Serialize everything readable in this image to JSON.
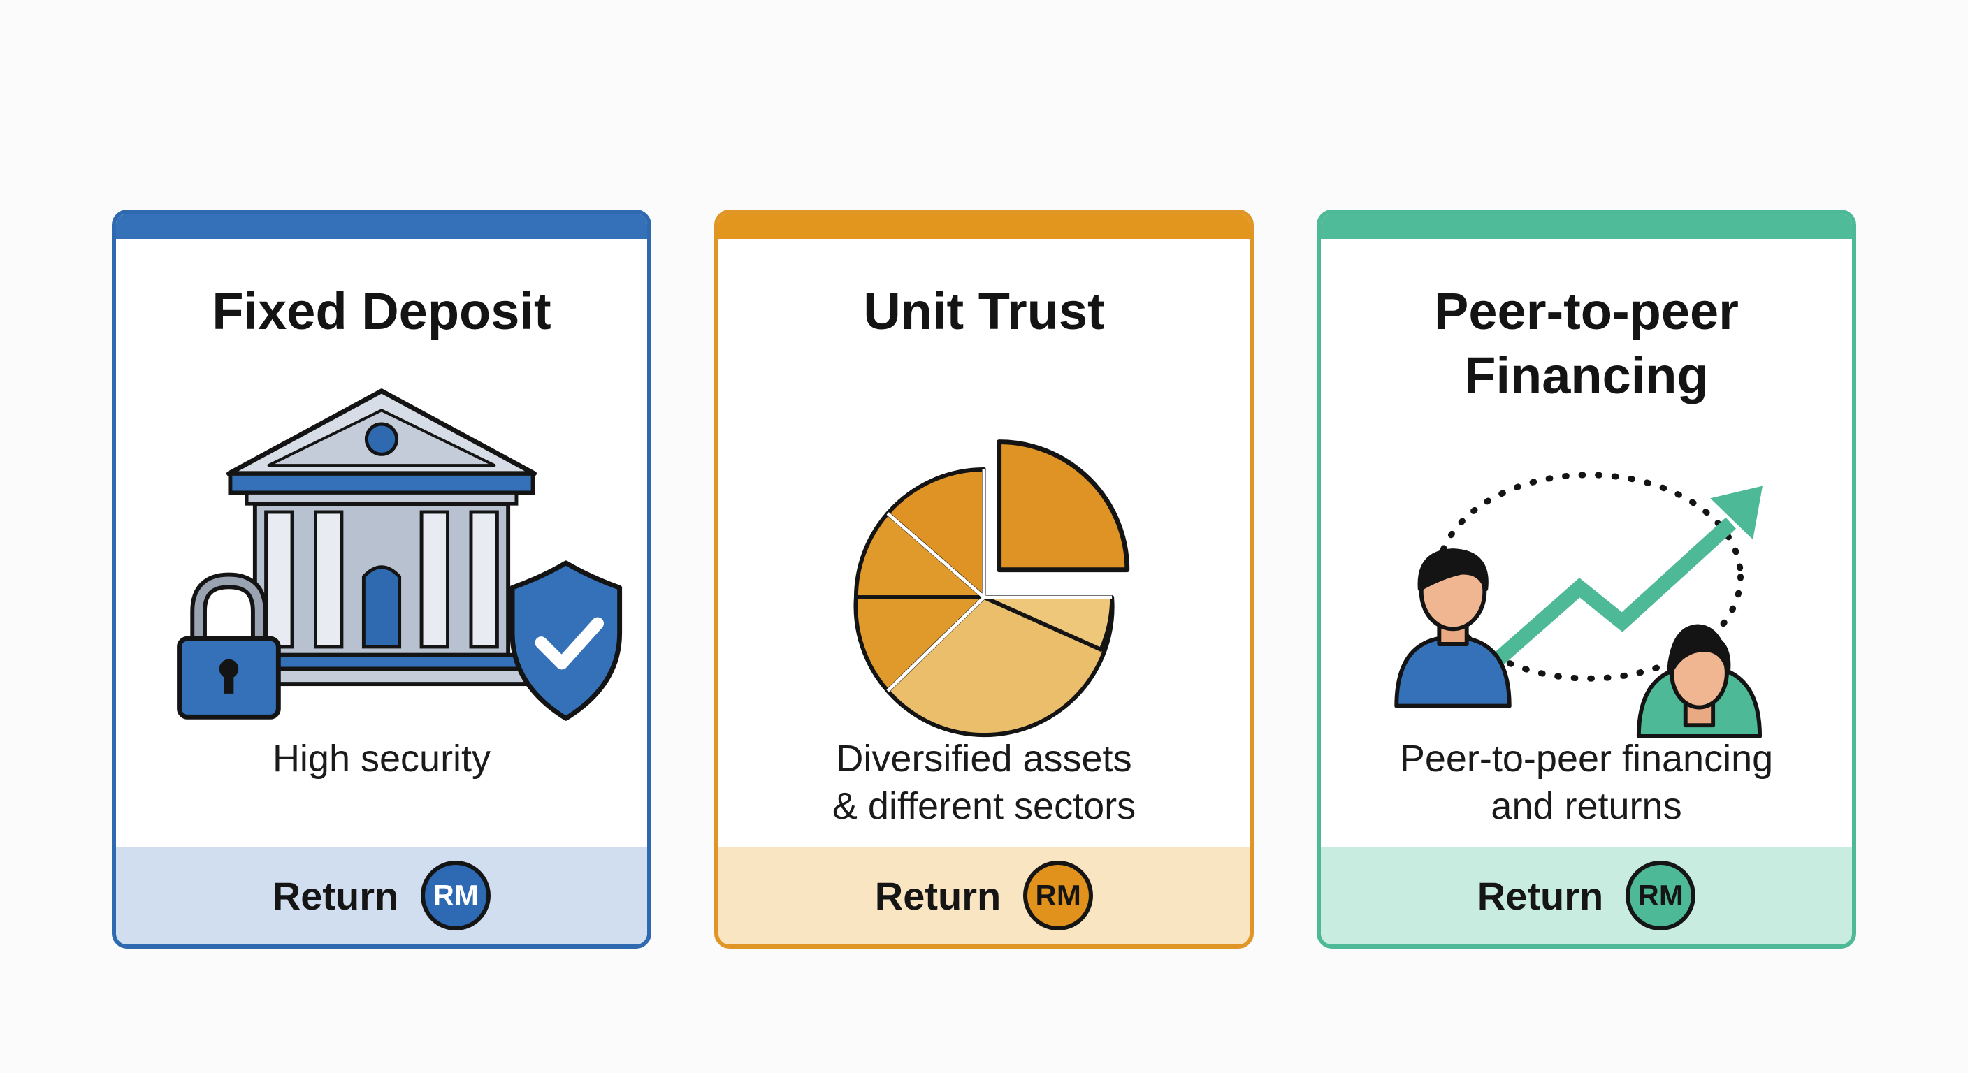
{
  "cards": [
    {
      "title": "Fixed Deposit",
      "description": [
        "High security"
      ],
      "footer_label": "Return",
      "badge": "RM",
      "icon": "bank-lock-shield-icon",
      "accent": "#2f69b0"
    },
    {
      "title": "Unit Trust",
      "description": [
        "Diversified assets",
        "& different sectors"
      ],
      "footer_label": "Return",
      "badge": "RM",
      "icon": "pie-chart-icon",
      "accent": "#e09626"
    },
    {
      "title": "Peer-to-peer\nFinancing",
      "title_lines": [
        "Peer-to-peer",
        "Financing"
      ],
      "description": [
        "Peer-to-peer financing",
        "and returns"
      ],
      "footer_label": "Return",
      "badge": "RM",
      "icon": "people-growth-arrow-icon",
      "accent": "#4db996"
    }
  ]
}
